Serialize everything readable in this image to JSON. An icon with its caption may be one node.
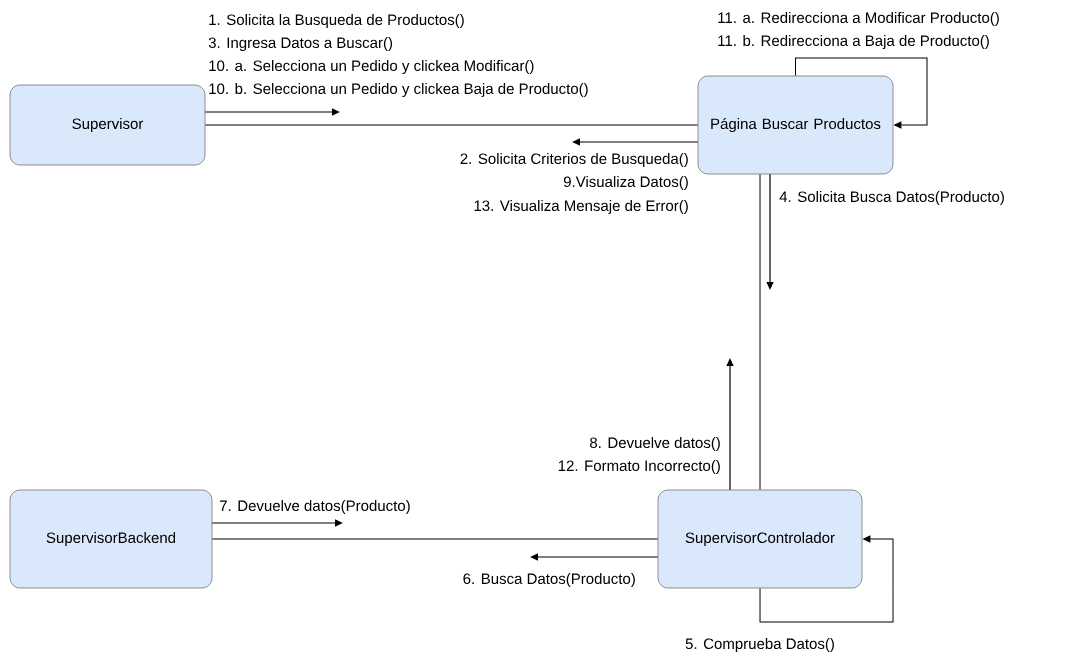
{
  "diagram": {
    "nodes": [
      {
        "text": [
          "Supervisor"
        ]
      },
      {
        "text": [
          "Página Buscar Productos"
        ]
      },
      {
        "text": [
          "SupervisorBackend"
        ]
      },
      {
        "text": [
          "SupervisorControlador"
        ]
      }
    ],
    "edges": [
      {
        "from": 0,
        "to": 1,
        "arrow": "none"
      },
      {
        "from": 1,
        "to": 1,
        "arrow": "to"
      },
      {
        "from": 1,
        "to": 3,
        "arrow": "none"
      },
      {
        "from": 2,
        "to": 3,
        "arrow": "none"
      },
      {
        "from": 3,
        "to": 3,
        "arrow": "to"
      }
    ],
    "labels": [
      "1. Solicita la Busqueda de Productos()",
      "3. Ingresa Datos a Buscar()",
      "10. a. Selecciona un Pedido y clickea Modificar()",
      "10. b. Selecciona un Pedido y clickea Baja de Producto()",
      "11. a. Redirecciona a Modificar Producto()",
      "11. b. Redirecciona a Baja de Producto()",
      "2. Solicita Criterios de Busqueda()",
      "9.Visualiza Datos()",
      "13. Visualiza Mensaje de Error()",
      "4. Solicita Busca Datos(Producto)",
      "8. Devuelve datos()",
      "12. Formato Incorrecto()",
      "7. Devuelve datos(Producto)",
      "6. Busca Datos(Producto)",
      "5. Comprueba Datos()"
    ]
  }
}
